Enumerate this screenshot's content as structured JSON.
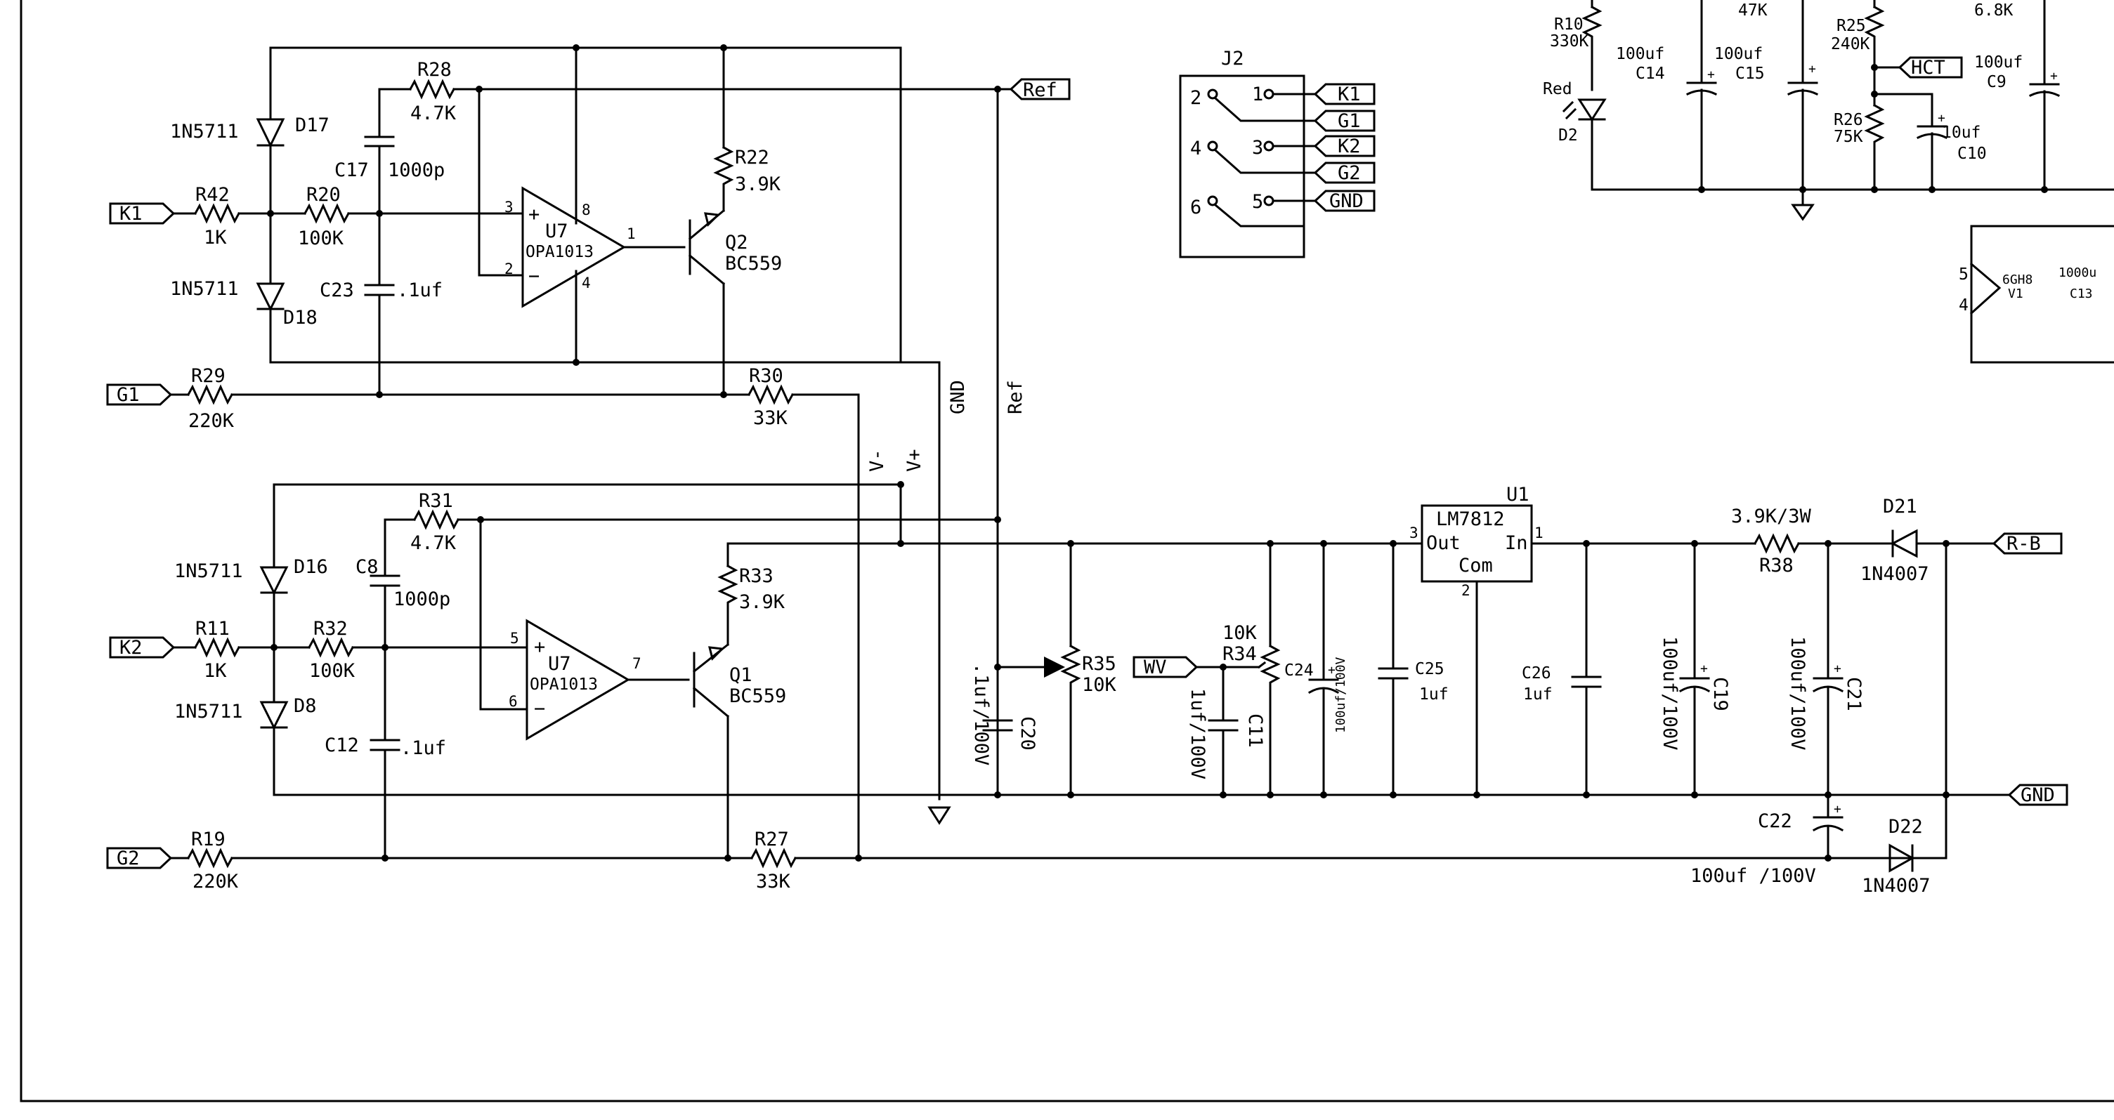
{
  "ports": {
    "k1": "K1",
    "g1": "G1",
    "k2": "K2",
    "g2": "G2",
    "ref": "Ref",
    "wv": "WV",
    "hct": "HCT",
    "rb": "R-B",
    "gnd": "GND"
  },
  "j2": {
    "title": "J2",
    "pins": [
      "1",
      "2",
      "3",
      "4",
      "5",
      "6"
    ],
    "signals": [
      "K1",
      "G1",
      "K2",
      "G2",
      "GND"
    ]
  },
  "nets": {
    "vminus": "V-",
    "vplus": "V+",
    "gnd": "GND",
    "ref": "Ref"
  },
  "top_channel": {
    "R42": {
      "ref": "R42",
      "value": "1K"
    },
    "R20": {
      "ref": "R20",
      "value": "100K"
    },
    "R28": {
      "ref": "R28",
      "value": "4.7K"
    },
    "C17": {
      "ref": "C17",
      "value": "1000p"
    },
    "C23": {
      "ref": "C23",
      "value": ".1uf"
    },
    "D17": {
      "ref": "D17",
      "part": "1N5711"
    },
    "D18": {
      "ref": "D18",
      "part": "1N5711"
    },
    "U7": {
      "ref": "U7",
      "part": "OPA1013",
      "pins": {
        "in_plus": "3",
        "in_minus": "2",
        "out": "1",
        "vplus": "8",
        "vminus": "4"
      }
    },
    "R22": {
      "ref": "R22",
      "value": "3.9K"
    },
    "Q2": {
      "ref": "Q2",
      "part": "BC559"
    },
    "R29": {
      "ref": "R29",
      "value": "220K"
    },
    "R30": {
      "ref": "R30",
      "value": "33K"
    }
  },
  "bottom_channel": {
    "R11": {
      "ref": "R11",
      "value": "1K"
    },
    "R32": {
      "ref": "R32",
      "value": "100K"
    },
    "R31": {
      "ref": "R31",
      "value": "4.7K"
    },
    "C8": {
      "ref": "C8",
      "value": "1000p"
    },
    "C12": {
      "ref": "C12",
      "value": ".1uf"
    },
    "D16": {
      "ref": "D16",
      "part": "1N5711"
    },
    "D8": {
      "ref": "D8",
      "part": "1N5711"
    },
    "U7": {
      "ref": "U7",
      "part": "OPA1013",
      "pins": {
        "in_plus": "5",
        "in_minus": "6",
        "out": "7"
      }
    },
    "R33": {
      "ref": "R33",
      "value": "3.9K"
    },
    "Q1": {
      "ref": "Q1",
      "part": "BC559"
    },
    "R19": {
      "ref": "R19",
      "value": "220K"
    },
    "R27": {
      "ref": "R27",
      "value": "33K"
    }
  },
  "power": {
    "R35": {
      "ref": "R35",
      "value": "10K"
    },
    "C20": {
      "ref": "C20",
      "value": ".1uf/100V"
    },
    "R34": {
      "ref": "R34",
      "value": "10K"
    },
    "C11": {
      "ref": "C11",
      "value": "1uf/100V"
    },
    "C24": {
      "ref": "C24",
      "value": "100uf/100V"
    },
    "C25": {
      "ref": "C25",
      "value": "1uf"
    },
    "U1": {
      "ref": "U1",
      "part": "LM7812",
      "out": "Out",
      "in": "In",
      "com": "Com",
      "pin_out": "3",
      "pin_in": "1",
      "pin_com": "2"
    },
    "C26": {
      "ref": "C26",
      "value": "1uf"
    },
    "C19": {
      "ref": "C19",
      "value": "100uf/100V"
    },
    "R38": {
      "ref": "R38",
      "value": "3.9K/3W"
    },
    "C21": {
      "ref": "C21",
      "value": "100uf/100V"
    },
    "D21": {
      "ref": "D21",
      "part": "1N4007"
    },
    "C22": {
      "ref": "C22",
      "value": "100uf /100V"
    },
    "D22": {
      "ref": "D22",
      "part": "1N4007"
    }
  },
  "top_right": {
    "R10": {
      "ref": "R10",
      "value": "330K"
    },
    "D2": {
      "ref": "D2",
      "color": "Red"
    },
    "C14": {
      "ref": "C14",
      "value": "100uf"
    },
    "C15": {
      "ref": "C15",
      "value": "100uf"
    },
    "r47k": "47K",
    "R25": {
      "ref": "R25",
      "value": "240K"
    },
    "R26": {
      "ref": "R26",
      "value": "75K"
    },
    "r68k": "6.8K",
    "C9": {
      "ref": "C9",
      "value": "100uf"
    },
    "C10": {
      "ref": "C10",
      "value": "10uf"
    },
    "V1": {
      "ref": "V1",
      "part": "6GH8",
      "pin_a": "5",
      "pin_b": "4"
    },
    "C13": {
      "ref": "C13",
      "value": "1000u"
    }
  }
}
